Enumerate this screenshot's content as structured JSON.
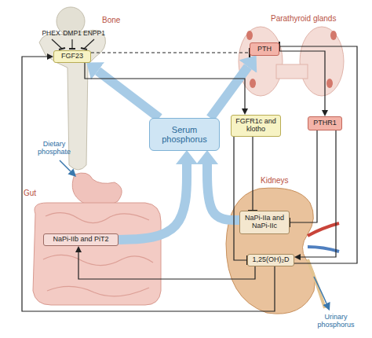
{
  "diagram": {
    "nodes": [
      {
        "text": [
          "FGF23"
        ]
      },
      {
        "text": [
          "PTH"
        ]
      },
      {
        "text": [
          "Serum phosphorus"
        ]
      },
      {
        "text": [
          "FGFR1c and klotho"
        ]
      },
      {
        "text": [
          "PTHR1"
        ]
      },
      {
        "text": [
          "NaPi-IIb and PiT2"
        ]
      },
      {
        "text": [
          "NaPi-IIa and NaPi-IIc"
        ]
      },
      {
        "text": [
          "1,25(OH)₂D"
        ]
      }
    ],
    "edges": [
      {
        "from": 2,
        "to": 0,
        "arrow": "to"
      },
      {
        "from": 2,
        "to": 1,
        "arrow": "to"
      },
      {
        "from": 5,
        "to": 2,
        "arrow": "to"
      },
      {
        "from": 6,
        "to": 2,
        "arrow": "to"
      },
      {
        "from": 0,
        "to": 1,
        "arrow": "to"
      },
      {
        "from": 0,
        "to": 3,
        "arrow": "to"
      },
      {
        "from": 1,
        "to": 4,
        "arrow": "to"
      },
      {
        "from": 3,
        "to": 6,
        "arrow": "to"
      },
      {
        "from": 3,
        "to": 7,
        "arrow": "to"
      },
      {
        "from": 4,
        "to": 6,
        "arrow": "to"
      },
      {
        "from": 4,
        "to": 7,
        "arrow": "to"
      },
      {
        "from": 7,
        "to": 1,
        "arrow": "to"
      },
      {
        "from": 7,
        "to": 5,
        "arrow": "to"
      },
      {
        "from": 7,
        "to": 0,
        "arrow": "to"
      }
    ],
    "labels": [
      "Bone",
      "PHEX",
      "DMP1",
      "ENPP1",
      "Parathyroid glands",
      "Dietary phosphate",
      "Gut",
      "Kidneys",
      "Urinary phosphorus"
    ]
  }
}
